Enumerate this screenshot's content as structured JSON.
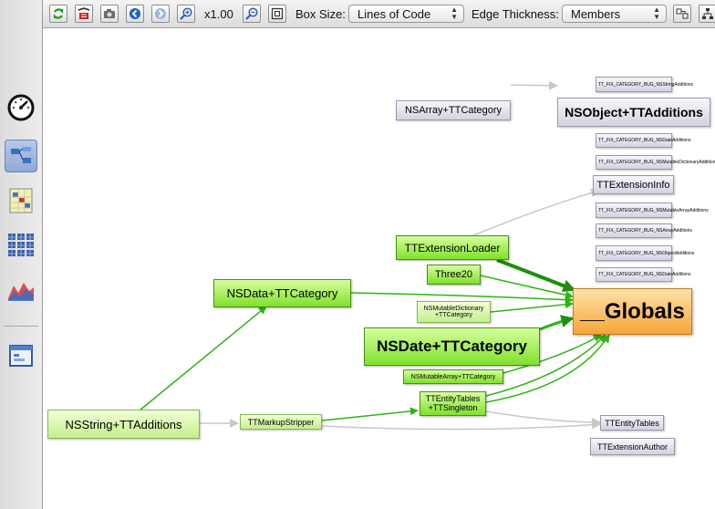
{
  "toolbar": {
    "zoom_text": "x1.00",
    "box_size_label": "Box Size:",
    "box_size_value": "Lines of Code",
    "edge_thickness_label": "Edge Thickness:",
    "edge_thickness_value": "Members"
  },
  "colors": {
    "edge_green": "#2db512",
    "edge_dark_green": "#1d8f0c",
    "edge_gray": "#c8c8c8"
  },
  "graph": {
    "nodes": {
      "nsarray": "NSArray+TTCategory",
      "nsobject": "NSObject+TTAdditions",
      "fix_nsstring": "TT_FIX_CATEGORY_BUG_NSStringAdditions",
      "fix_nsdate": "TT_FIX_CATEGORY_BUG_NSDateAdditions",
      "fix_nsmutabledict": "TT_FIX_CATEGORY_BUG_NSMutableDictionaryAdditions",
      "extinfo": "TTExtensionInfo",
      "fix_nsmutablearray": "TT_FIX_CATEGORY_BUG_NSMutableArrayAdditions",
      "fix_nsarray": "TT_FIX_CATEGORY_BUG_NSArrayAdditions",
      "fix_nsobject": "TT_FIX_CATEGORY_BUG_NSObjectAdditions",
      "fix_nsdate2": "TT_FIX_CATEGORY_BUG_NSDateAdditions",
      "extloader": "TTExtensionLoader",
      "three20": "Three20",
      "nsdata": "NSData+TTCategory",
      "nsmutabledict": "NSMutableDictionary +TTCategory",
      "globals": "__Globals",
      "nsdate": "NSDate+TTCategory",
      "nsmutablearray": "NSMutableArray+TTCategory",
      "entitytables_singleton": "TTEntityTables +TTSingleton",
      "nsstring": "NSString+TTAdditions",
      "markupstripper": "TTMarkupStripper",
      "entitytables": "TTEntityTables",
      "extauthor": "TTExtensionAuthor"
    }
  }
}
